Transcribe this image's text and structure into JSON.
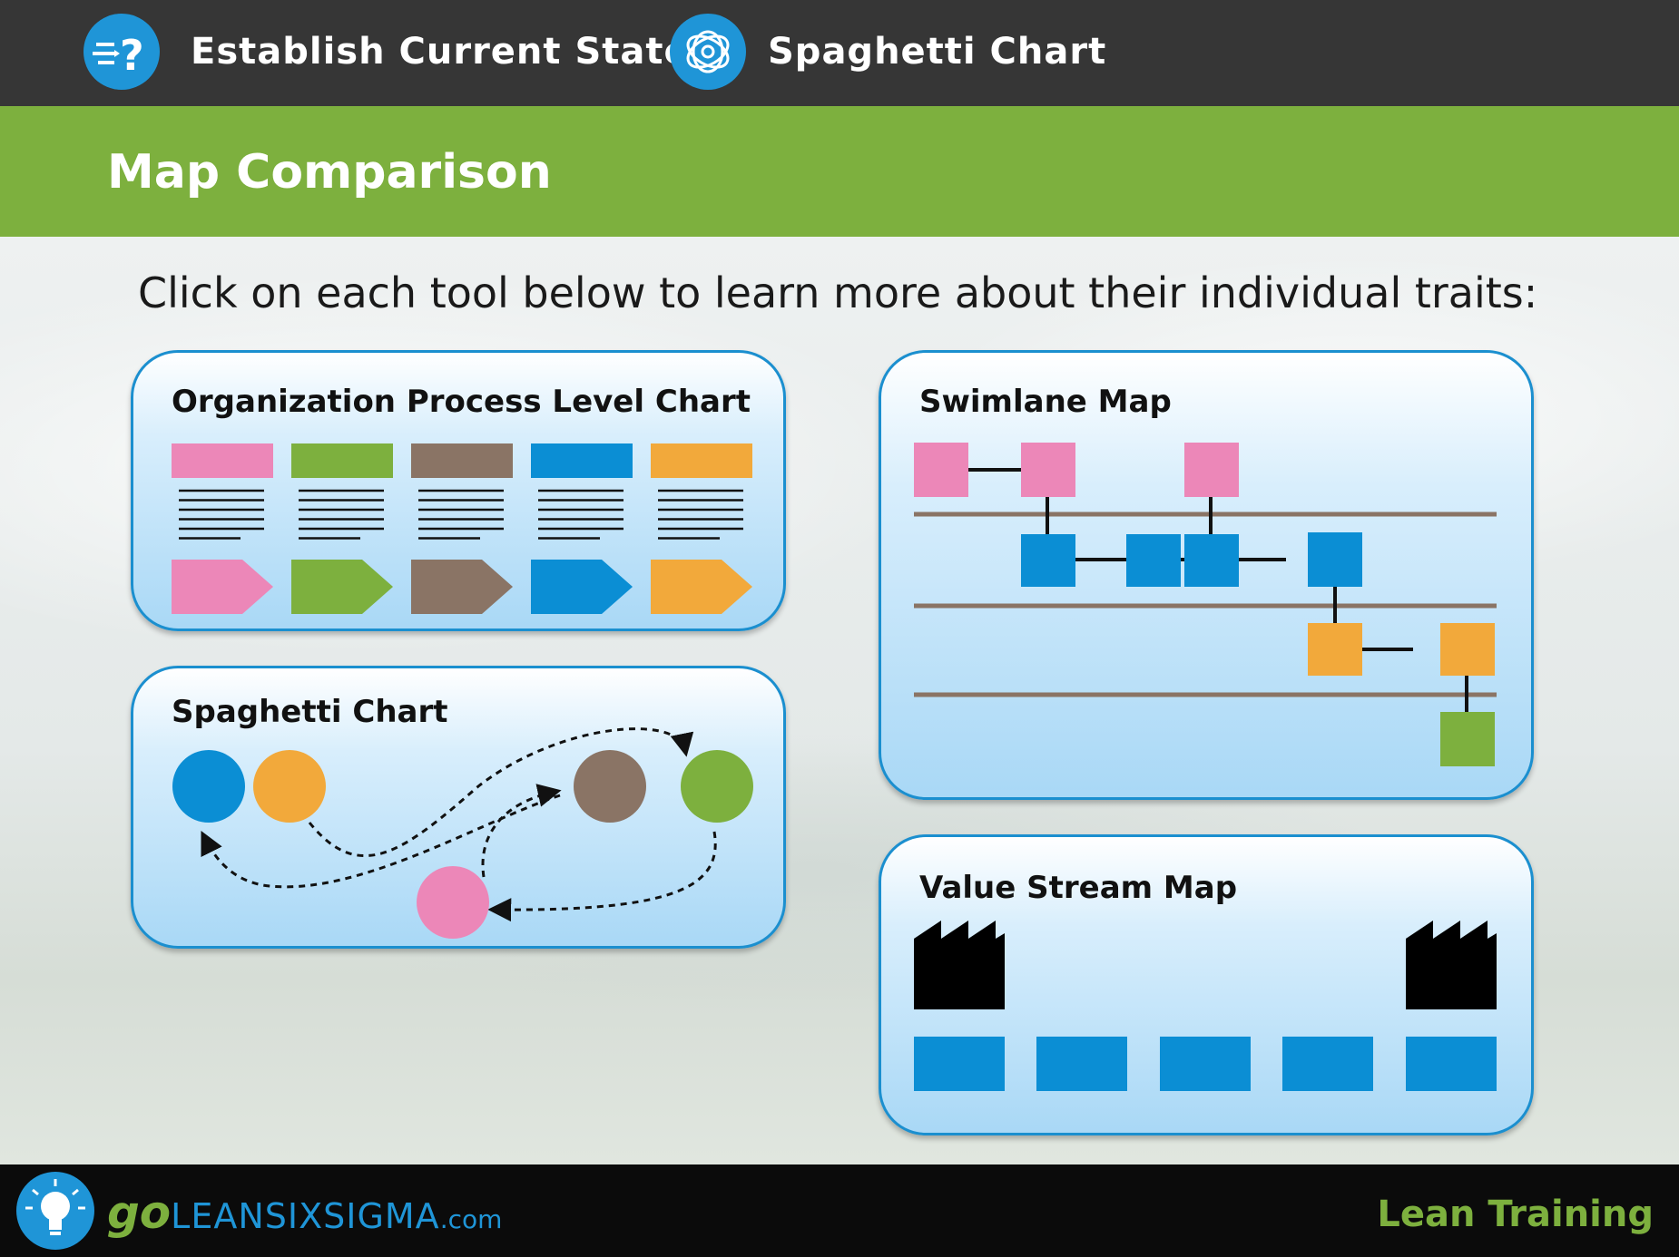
{
  "header": {
    "crumb1": "Establish Current State",
    "crumb2": "Spaghetti Chart",
    "icon1": "question-flow-icon",
    "icon2": "spaghetti-loop-icon"
  },
  "section": {
    "title": "Map Comparison"
  },
  "instruction": "Click on each tool below to learn more about their individual traits:",
  "cards": {
    "org": {
      "title": "Organization Process Level Chart"
    },
    "swimlane": {
      "title": "Swimlane Map"
    },
    "spaghetti": {
      "title": "Spaghetti Chart"
    },
    "vsm": {
      "title": "Value Stream Map"
    }
  },
  "footer": {
    "logo_go": "go",
    "logo_main": "LEANSIXSIGMA",
    "logo_suffix": ".com",
    "tagline": "Lean Training"
  },
  "colors": {
    "pink": "#ec87b8",
    "green": "#7db03e",
    "brown": "#8a7465",
    "blue": "#0b8ed4",
    "orange": "#f2a93b",
    "brand_blue": "#1f95d7",
    "brand_green": "#7db03e"
  }
}
